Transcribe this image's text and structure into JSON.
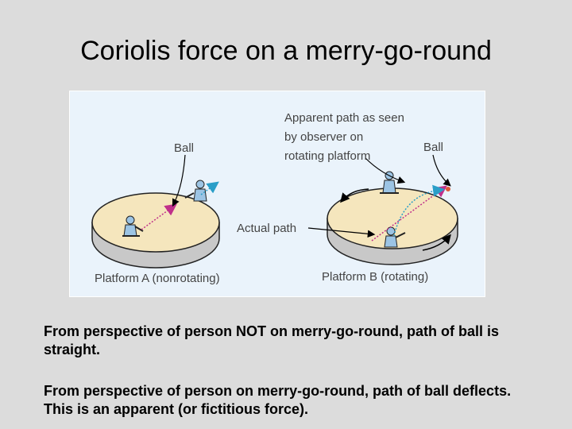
{
  "slide": {
    "title": "Coriolis force on a merry-go-round",
    "caption_1": "From perspective of person NOT on merry-go-round, path of ball is straight.",
    "caption_2": "From perspective of person on merry-go-round, path of ball deflects. This is an apparent (or fictitious force)."
  },
  "figure": {
    "label_ball_a": "Ball",
    "label_apparent_path_line1": "Apparent path as seen",
    "label_apparent_path_line2": "by observer on",
    "label_apparent_path_line3": "rotating platform",
    "label_ball_b": "Ball",
    "label_actual_path": "Actual path",
    "label_platform_a": "Platform A (nonrotating)",
    "label_platform_b": "Platform B (rotating)"
  },
  "colors": {
    "background": "#dcdcdc",
    "figure_background": "#eaf3fb",
    "platform_top": "#f5e6bd",
    "platform_side": "#c8c8c8",
    "person": "#9cc4e4",
    "actual_path": "#c0308a",
    "apparent_path": "#2a9ec8"
  }
}
